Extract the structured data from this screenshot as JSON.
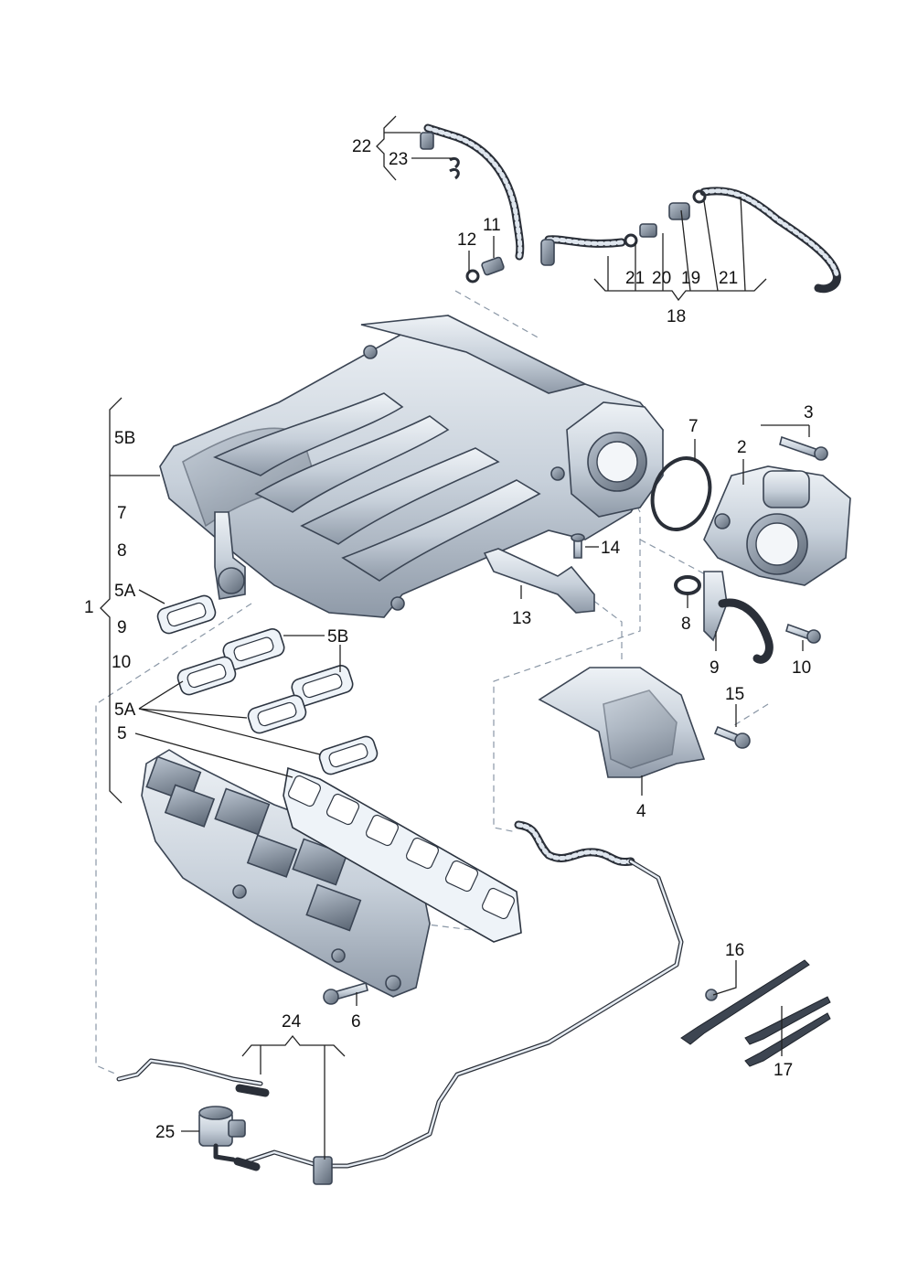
{
  "labels": {
    "p1": "1",
    "p2": "2",
    "p3": "3",
    "p4": "4",
    "p5": "5",
    "p5a": "5A",
    "p5b": "5B",
    "p6": "6",
    "p7": "7",
    "p8": "8",
    "p9": "9",
    "p10": "10",
    "p11": "11",
    "p12": "12",
    "p13": "13",
    "p14": "14",
    "p15": "15",
    "p16": "16",
    "p17": "17",
    "p18": "18",
    "p19": "19",
    "p20": "20",
    "p21": "21",
    "p22": "22",
    "p23": "23",
    "p24": "24",
    "p25": "25"
  },
  "colors": {
    "background": "#ffffff",
    "part_fill": "#c9d3de",
    "part_outline": "#3b4554",
    "leader_line": "#222222",
    "dashed_line": "#8a97a6"
  }
}
